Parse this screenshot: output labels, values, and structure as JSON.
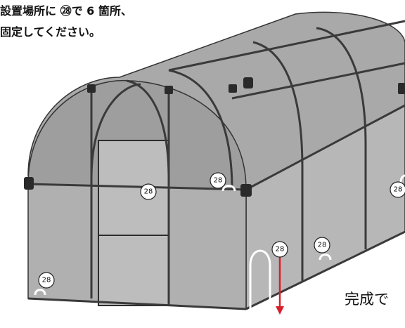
{
  "instructions": {
    "line1": "設置場所に ㉘で 6 箇所、",
    "line2": "固定してください。"
  },
  "part_label": "28",
  "completion_text": "完成で",
  "colors": {
    "frame": "#3a3a3a",
    "cover_fill": "#a9a9a9",
    "cover_side": "#b7b7b7",
    "arrow": "#d8202a",
    "peg": "#ffffff"
  },
  "icons": [
    "tent-frame-illustration",
    "peg-icon",
    "arrow-down-icon"
  ]
}
